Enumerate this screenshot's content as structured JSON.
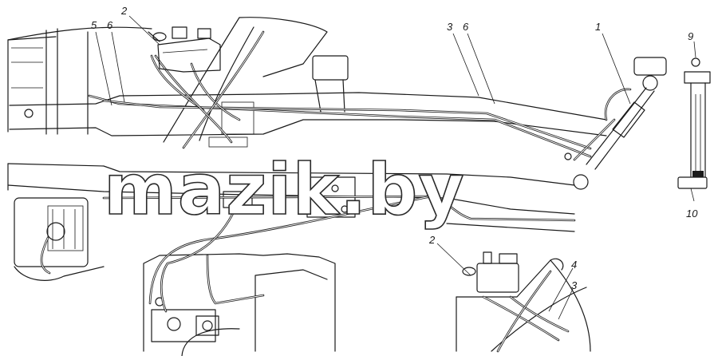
{
  "callouts": {
    "c1": "1",
    "c2_top": "2",
    "c2_inset": "2",
    "c3_top": "3",
    "c3_inset": "3",
    "c4_inset": "4",
    "c5": "5",
    "c6_left": "6",
    "c6_right": "6",
    "c9": "9",
    "c10": "10"
  },
  "watermark": "mazik.by"
}
